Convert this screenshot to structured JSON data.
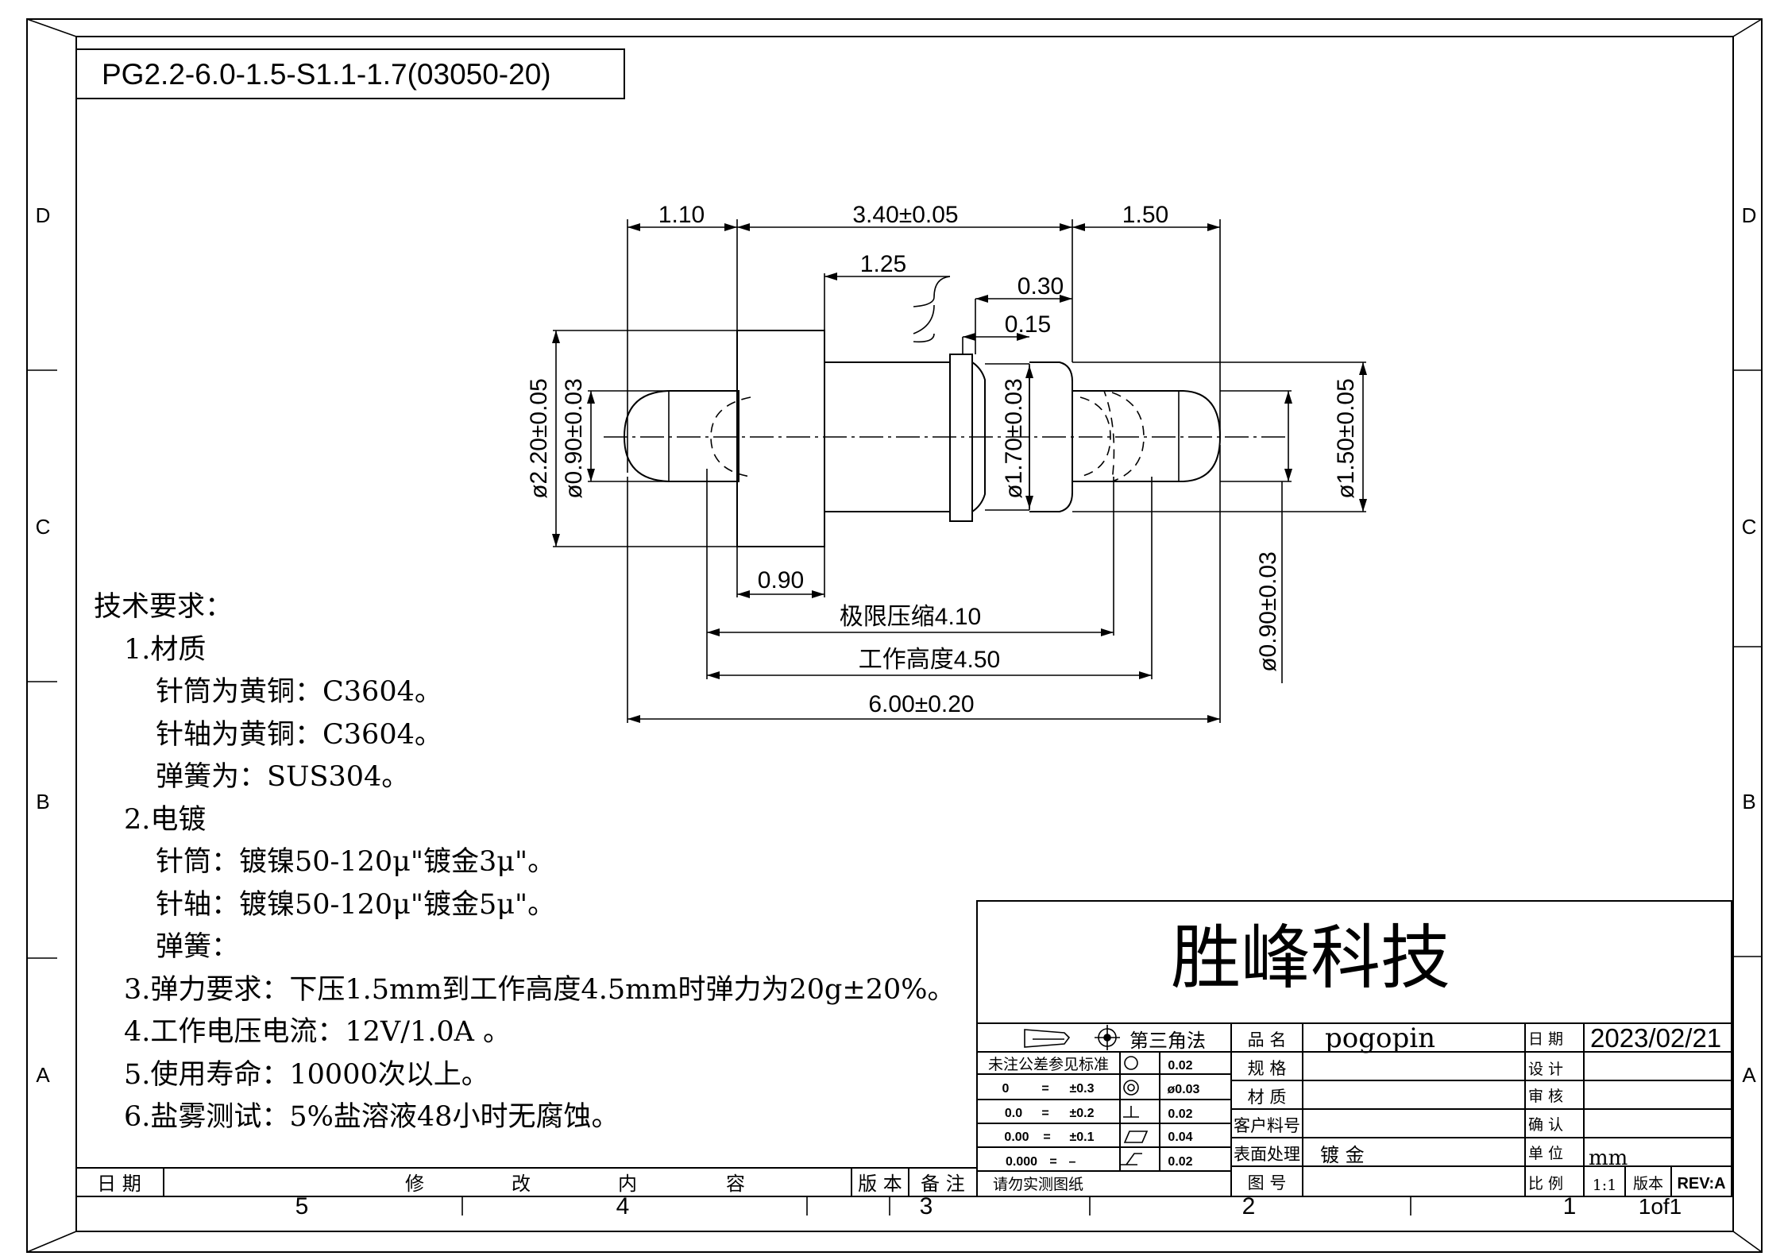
{
  "drawing": {
    "part_number": "PG2.2-6.0-1.5-S1.1-1.7(03050-20)",
    "zone_letters": [
      "D",
      "C",
      "B",
      "A"
    ],
    "zone_numbers": [
      "5",
      "4",
      "3",
      "2",
      "1"
    ],
    "dimensions": {
      "d_110": "1.10",
      "d_340": "3.40±0.05",
      "d_150": "1.50",
      "d_125": "1.25",
      "d_030": "0.30",
      "d_015": "0.15",
      "dia_220": "ø2.20±0.05",
      "dia_090_left": "ø0.90±0.03",
      "dia_170": "ø1.70±0.03",
      "dia_150": "ø1.50±0.05",
      "dia_090_right": "ø0.90±0.03",
      "d_090": "0.90",
      "max_compress": "极限压缩4.10",
      "work_height": "工作高度4.50",
      "total": "6.00±0.20"
    }
  },
  "tech": {
    "title": "技术要求：",
    "l1": "1.材质",
    "l1a": "针筒为黄铜：C3604。",
    "l1b": "针轴为黄铜：C3604。",
    "l1c": "弹簧为：SUS304。",
    "l2": "2.电镀",
    "l2a": "针筒：镀镍50-120μ\"镀金3μ\"。",
    "l2b": "针轴：镀镍50-120μ\"镀金5μ\"。",
    "l2c": "弹簧：",
    "l3": "3.弹力要求：下压1.5mm到工作高度4.5mm时弹力为20g±20%。",
    "l4": "4.工作电压电流：12V/1.0A 。",
    "l5": "5.使用寿命：10000次以上。",
    "l6": "6.盐雾测试：5%盐溶液48小时无腐蚀。"
  },
  "title_block": {
    "company": "胜峰科技",
    "projection": "第三角法",
    "tolerance_header": "未注公差参见标准",
    "tolerances": [
      {
        "digits": "0",
        "eq": "=",
        "value": "±0.3"
      },
      {
        "digits": "0.0",
        "eq": "=",
        "value": "±0.2"
      },
      {
        "digits": "0.00",
        "eq": "=",
        "value": "±0.1"
      },
      {
        "digits": "0.000",
        "eq": "=",
        "value": "–"
      }
    ],
    "geo": [
      "0.02",
      "ø0.03",
      "0.02",
      "0.04",
      "0.02"
    ],
    "labels": {
      "name": "品  名",
      "spec": "规  格",
      "material": "材  质",
      "customer_no": "客户料号",
      "surface": "表面处理",
      "drawing_no": "图  号",
      "date": "日 期",
      "design": "设 计",
      "review": "审 核",
      "confirm": "确 认",
      "unit": "单 位",
      "scale": "比 例",
      "version": "版本"
    },
    "values": {
      "name": "pogopin",
      "surface": "镀  金",
      "date": "2023/02/21",
      "unit": "mm",
      "scale": "1:1",
      "rev": "REV:A"
    },
    "note": "请勿实测图纸",
    "sheet": "1of1"
  },
  "revision_row": {
    "date": "日  期",
    "content": [
      "修",
      "改",
      "内",
      "容"
    ],
    "version": "版 本",
    "remark": "备 注"
  }
}
